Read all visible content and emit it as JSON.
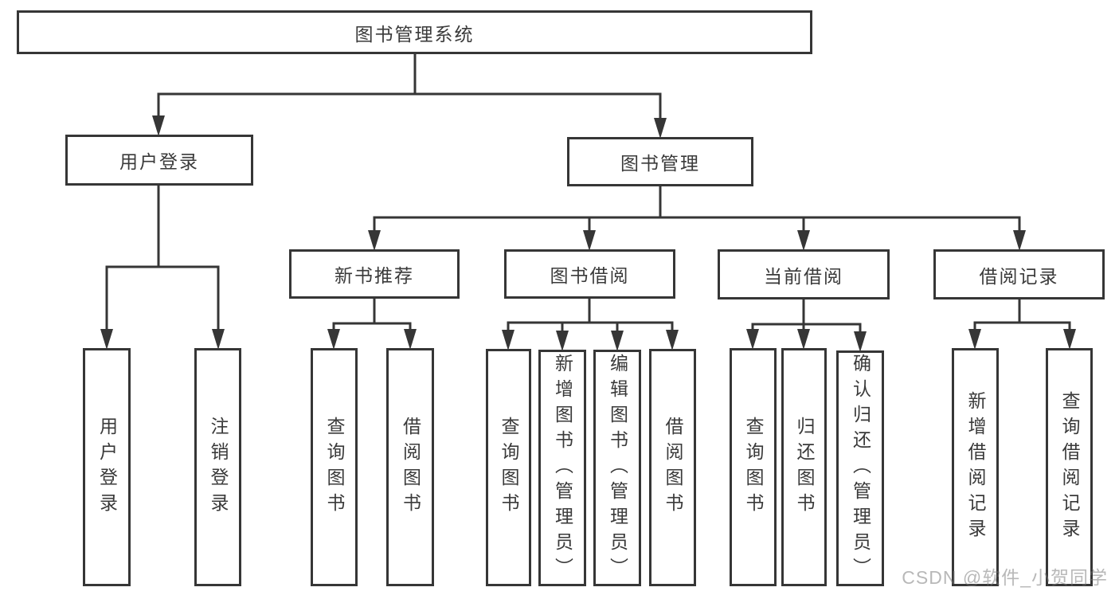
{
  "tree": {
    "root": {
      "label": "图书管理系统"
    },
    "branches": [
      {
        "label": "用户登录",
        "children": [
          {
            "label": "用户登录"
          },
          {
            "label": "注销登录"
          }
        ]
      },
      {
        "label": "图书管理",
        "children": [
          {
            "label": "新书推荐",
            "children": [
              {
                "label": "查询图书"
              },
              {
                "label": "借阅图书"
              }
            ]
          },
          {
            "label": "图书借阅",
            "children": [
              {
                "label": "查询图书"
              },
              {
                "label": "新增图书（管理员）"
              },
              {
                "label": "编辑图书（管理员）"
              },
              {
                "label": "借阅图书"
              }
            ]
          },
          {
            "label": "当前借阅",
            "children": [
              {
                "label": "查询图书"
              },
              {
                "label": "归还图书"
              },
              {
                "label": "确认归还（管理员）"
              }
            ]
          },
          {
            "label": "借阅记录",
            "children": [
              {
                "label": "新增借阅记录"
              },
              {
                "label": "查询借阅记录"
              }
            ]
          }
        ]
      }
    ]
  },
  "watermark": {
    "text": "CSDN @软件_小贺同学"
  },
  "colors": {
    "stroke": "#363636",
    "text": "#3a3a3a",
    "background": "#ffffff",
    "watermark": "#bdbdbd"
  }
}
